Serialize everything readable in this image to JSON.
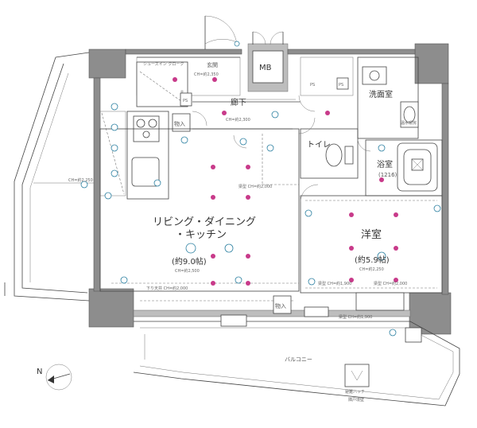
{
  "plan": {
    "rooms": {
      "ldk_name_1": "リビング・ダイニング",
      "ldk_name_2": "・キッチン",
      "ldk_size": "(約9.0帖)",
      "western_name": "洋室",
      "western_size": "(約5.9帖)",
      "corridor": "廊下",
      "entrance": "玄関",
      "washroom": "洗面室",
      "toilet": "トイレ",
      "bath": "浴室",
      "balcony": "バルコニー",
      "mb": "MB",
      "storage_1": "物入",
      "storage_2": "物入",
      "shoes_closet": "シューズイン\nクローク",
      "ps_1": "PS",
      "ps_2": "PS",
      "ps_3": "PS",
      "bath_size": "(1216)",
      "heater": "温水暖房"
    },
    "annotations": {
      "ch_ldk": "CH=約2,500",
      "ch_western": "CH=約2,250",
      "ch_corridor": "CH=約2,300",
      "ch_entrance": "CH=約2,350",
      "ch_kitchen": "CH=約2,250",
      "beam_1": "梁型 CH=約2,000",
      "beam_2": "梁型 CH=約2,000",
      "beam_3": "梁型 CH=約1,900",
      "sash_1": "下り天井 CH=約2,000",
      "sash_2": "梁型 CH=約1,900",
      "evacuation": "避難ハッチ",
      "partition": "隣戸境壁",
      "north": "N"
    }
  }
}
